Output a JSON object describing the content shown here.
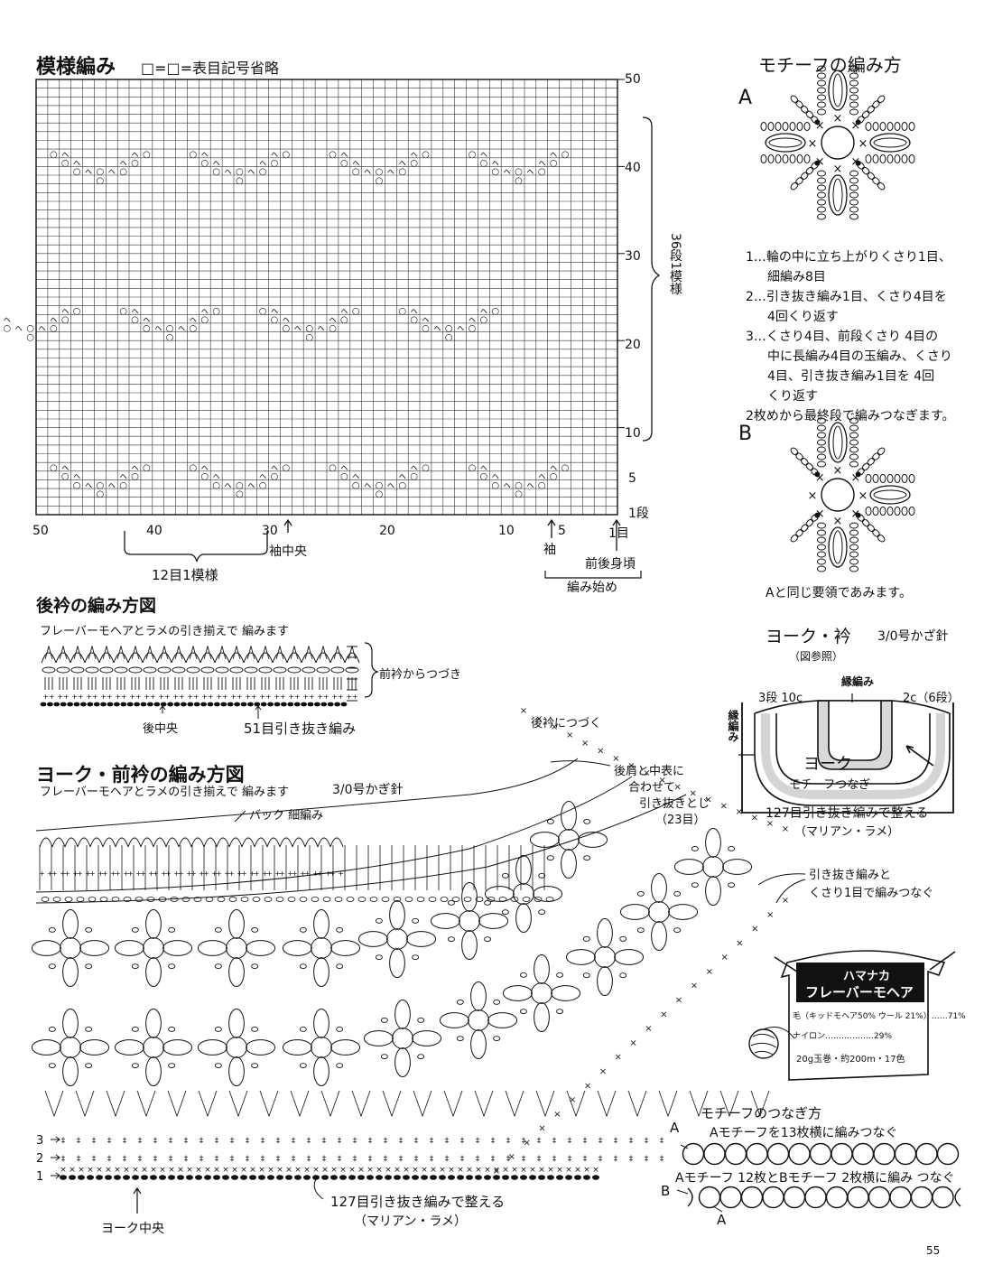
{
  "chart_title": "模様編み",
  "chart_legend": "□=□=表目記号省略",
  "chart_right_labels": [
    "50",
    "40",
    "30",
    "20",
    "10",
    "5",
    "1段"
  ],
  "chart_bottom_labels": [
    "50",
    "40",
    "30",
    "20",
    "10",
    "5",
    "1目"
  ],
  "chart_repeat_rows": "36段1模様",
  "chart_repeat_stitches": "12目1模様",
  "sleeve_center": "袖中央",
  "sleeve": "袖",
  "front_back_neck": "前後身頃",
  "start_label": "編み始め",
  "motif_title": "モチーフの編み方",
  "motif_a": "A",
  "motif_b": "B",
  "motif_steps": [
    "1…輪の中に立ち上がりくさり1目、",
    "細編み8目",
    "2…引き抜き編み1目、くさり4目を",
    "4回くり返す",
    "3…くさり4目、前段くさり 4目の",
    "中に長編み4目の玉編み、くさり",
    "4目、引き抜き編み1目を 4回",
    "くり返す",
    "2枚めから最終段で編みつなぎます。"
  ],
  "motif_b_note": "Aと同じ要領であみます。",
  "back_collar_title": "後衿の編み方図",
  "back_collar_yarn": "フレーバーモヘアとラメの引き揃えで 編みます",
  "back_collar_from_front": "前衿からつづき",
  "back_center": "後中央",
  "back_slip": "51目引き抜き編み",
  "yoke_collar_title": "ヨーク・衿",
  "yoke_hook": "3/0号かざ針",
  "yoke_ref": "（図参照）",
  "edge_knit": "縁編み",
  "edge_knit_v": "縁編み",
  "row3_10c": "3段 10c",
  "right_2c": "2c（6段）",
  "yoke_label": "ヨーク",
  "motif_join": "モチーフつなぎ",
  "yoke_slip": "127目引き抜き編みで整える",
  "marian_lame": "（マリアン・ラメ）",
  "yoke_front_title": "ヨーク・前衿の編み方図",
  "yoke_front_yarn": "フレーバーモヘアとラメの引き揃えで 編みます",
  "yoke_front_hook": "3/0号かぎ針",
  "back_single": "バック 細編み",
  "attach_back": "後衿につづく",
  "shoulder_join": [
    "後肩と中表に",
    "合わせて",
    "引き抜きとじ",
    "（23目）"
  ],
  "slip_chain_join": [
    "引き抜き編みと",
    "くさり1目で編みつなぐ"
  ],
  "yoke_center": "ヨーク中央",
  "bottom_slip": "127目引き抜き編みで整える",
  "bottom_marian": "（マリアン・ラメ）",
  "rows_left": [
    "3",
    "2",
    "1"
  ],
  "label_brand": "ハマナカ",
  "label_product": "フレーバーモヘア",
  "label_fiber1": "毛（キッドモヘア50% ウール 21%）……71%",
  "label_fiber2": "ナイロン………………29%",
  "label_spec": "20g玉巻・約200m・17色",
  "join_title": "モチーフのつなぎ方",
  "join_a_label": "A",
  "join_a_desc": "Aモチーフを13枚横に編みつなぐ",
  "join_b_desc": "Aモチーフ 12枚とBモチーフ 2枚横に編み つなぐ",
  "join_b_label": "B",
  "join_a2_label": "A",
  "page_number": "55"
}
